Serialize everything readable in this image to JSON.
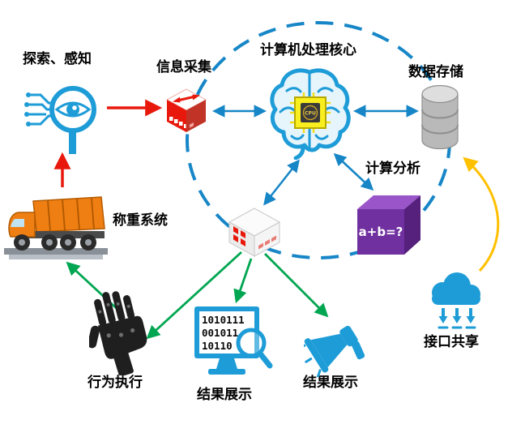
{
  "colors": {
    "blue": "#1786c7",
    "icon_blue": "#1e9cd7",
    "red": "#e8190c",
    "green": "#00a651",
    "yellow": "#ffc000",
    "purple": "#7030a0",
    "purple_light": "#9a55c9",
    "purple_dark": "#56207d",
    "orange": "#f07f13",
    "orange_dark": "#b35a00",
    "gray": "#b9b9b9"
  },
  "nodes": {
    "explore": {
      "label": "探索、感知"
    },
    "collect": {
      "label": "信息采集"
    },
    "core": {
      "label": "计算机处理核心"
    },
    "cpu": {
      "label": "CPU"
    },
    "storage": {
      "label": "数据存储"
    },
    "analysis": {
      "label": "计算分析",
      "cube_text": "a+b=?"
    },
    "weighing": {
      "label": "称重系统"
    },
    "behavior": {
      "label": "行为执行"
    },
    "result_screen": {
      "label": "结果展示",
      "binary_lines": [
        "1010111",
        "001011",
        "10110"
      ]
    },
    "result_broadcast": {
      "label": "结果展示"
    },
    "interface": {
      "label": "接口共享"
    }
  }
}
